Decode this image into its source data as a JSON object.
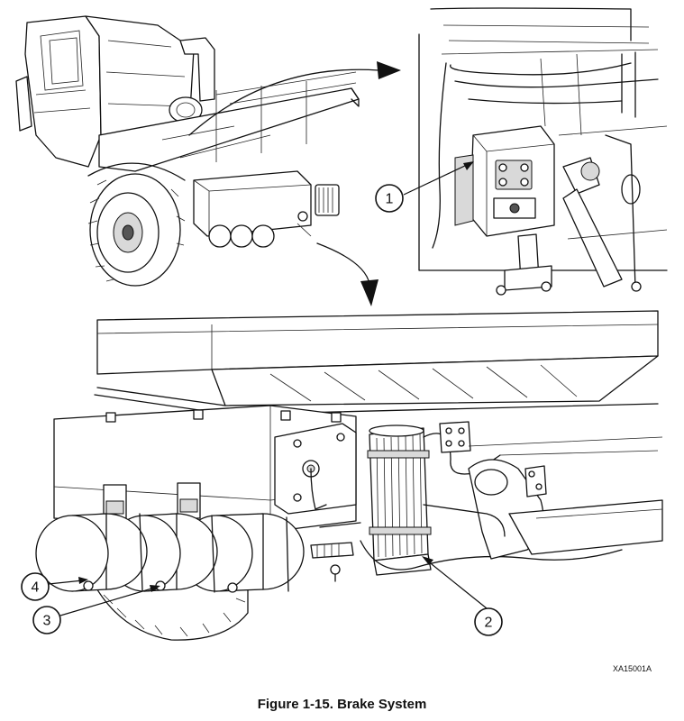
{
  "caption": "Figure 1-15.  Brake System",
  "drawing_code": "XA15001A",
  "callouts": [
    {
      "id": "callout-1",
      "label": "1"
    },
    {
      "id": "callout-2",
      "label": "2"
    },
    {
      "id": "callout-3",
      "label": "3"
    },
    {
      "id": "callout-4",
      "label": "4"
    }
  ]
}
